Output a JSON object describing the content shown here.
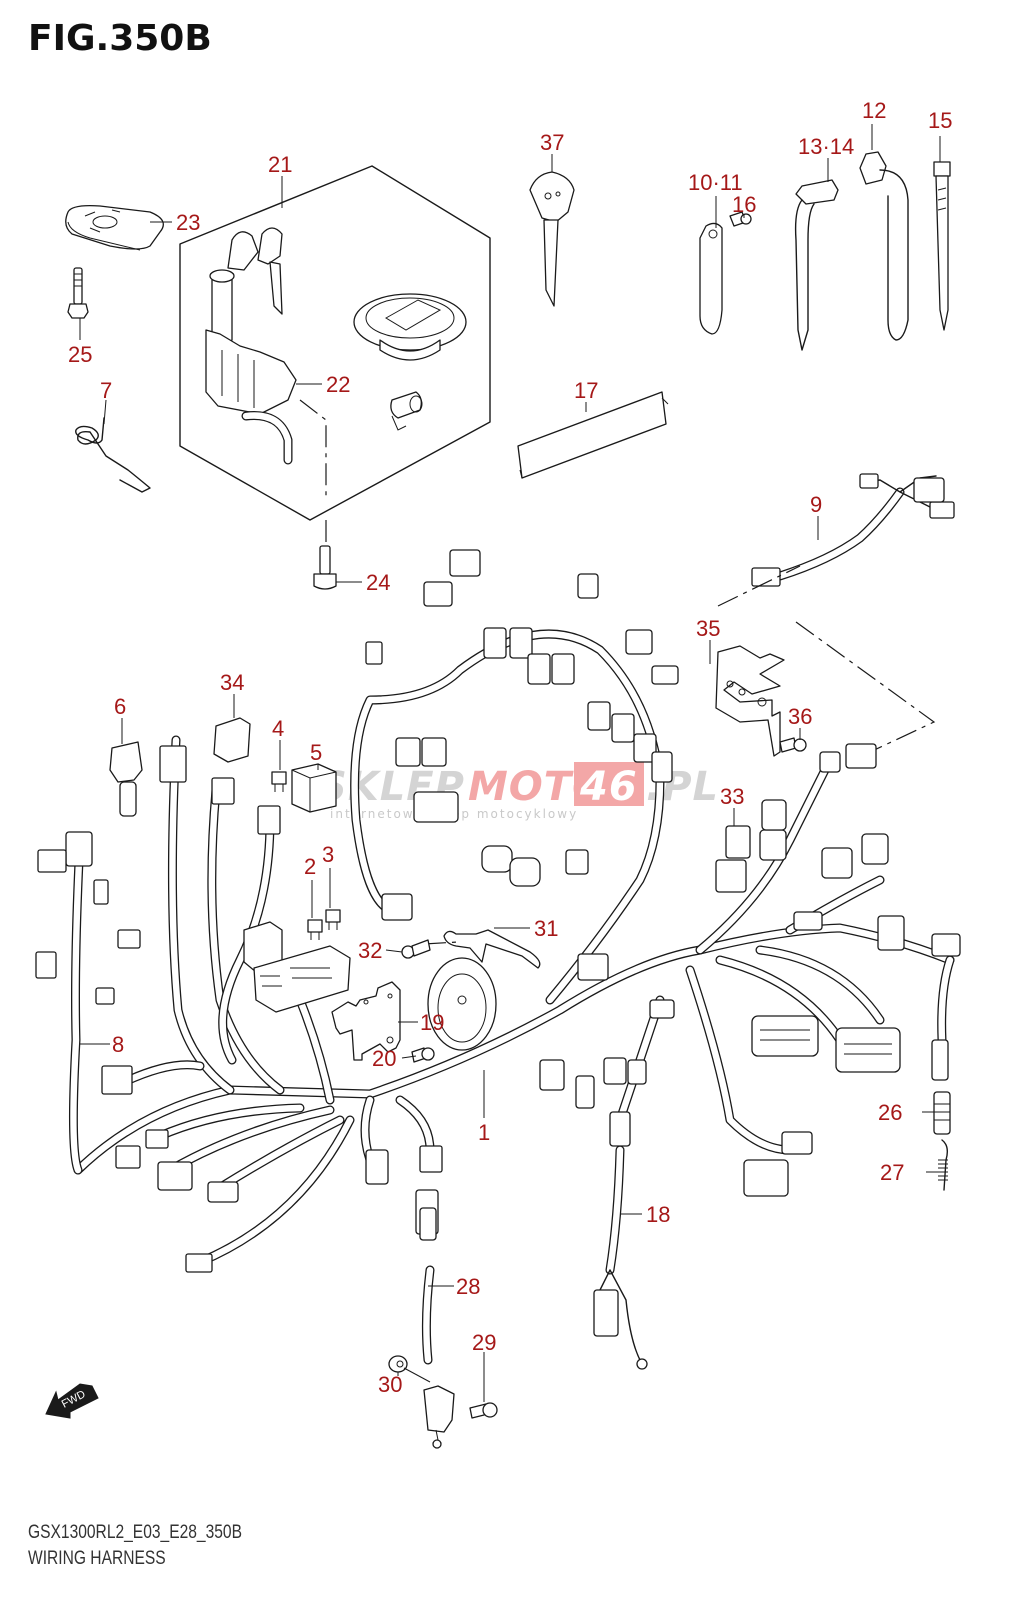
{
  "figure": {
    "title": "FIG.350B",
    "model_code": "GSX1300RL2_E03_E28_350B",
    "section_name": "WIRING HARNESS",
    "callout_color": "#a51818",
    "line_color": "#1a1a1a"
  },
  "watermark": {
    "text_gray": "SKLEP",
    "text_red": "MOTO",
    "text_badge": "46",
    "text_suffix": ".PL",
    "subtitle": "internetowy sklep motocyklowy",
    "gray_color": "#d4d4d4",
    "red_color": "#f3a7a7"
  },
  "orientation": {
    "label": "FWD",
    "icon": "forward-arrow-icon"
  },
  "callouts": [
    {
      "id": "1",
      "text": "1"
    },
    {
      "id": "2",
      "text": "2"
    },
    {
      "id": "3",
      "text": "3"
    },
    {
      "id": "4",
      "text": "4"
    },
    {
      "id": "5",
      "text": "5"
    },
    {
      "id": "6",
      "text": "6"
    },
    {
      "id": "7",
      "text": "7"
    },
    {
      "id": "8",
      "text": "8"
    },
    {
      "id": "9",
      "text": "9"
    },
    {
      "id": "10-11",
      "text": "10·11"
    },
    {
      "id": "12",
      "text": "12"
    },
    {
      "id": "13-14",
      "text": "13·14"
    },
    {
      "id": "15",
      "text": "15"
    },
    {
      "id": "16",
      "text": "16"
    },
    {
      "id": "17",
      "text": "17"
    },
    {
      "id": "18",
      "text": "18"
    },
    {
      "id": "19",
      "text": "19"
    },
    {
      "id": "20",
      "text": "20"
    },
    {
      "id": "21",
      "text": "21"
    },
    {
      "id": "22",
      "text": "22"
    },
    {
      "id": "23",
      "text": "23"
    },
    {
      "id": "24",
      "text": "24"
    },
    {
      "id": "25",
      "text": "25"
    },
    {
      "id": "26",
      "text": "26"
    },
    {
      "id": "27",
      "text": "27"
    },
    {
      "id": "28",
      "text": "28"
    },
    {
      "id": "29",
      "text": "29"
    },
    {
      "id": "30",
      "text": "30"
    },
    {
      "id": "31",
      "text": "31"
    },
    {
      "id": "32",
      "text": "32"
    },
    {
      "id": "33",
      "text": "33"
    },
    {
      "id": "34",
      "text": "34"
    },
    {
      "id": "35",
      "text": "35"
    },
    {
      "id": "36",
      "text": "36"
    },
    {
      "id": "37",
      "text": "37"
    }
  ]
}
